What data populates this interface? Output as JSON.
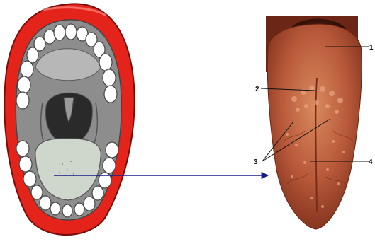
{
  "labels": {
    "l1": "1",
    "l2": "2",
    "l3": "3",
    "l4": "4"
  },
  "colors": {
    "lips": "#e4231b",
    "lip_outline": "#7a0c08",
    "mouth_interior": "#8d8d8d",
    "teeth": "#ffffff",
    "tongue": "#cfd6cc",
    "throat": "#2a2a2a",
    "arrow": "#1a1a8c",
    "tongue_photo": "#b8593a"
  }
}
